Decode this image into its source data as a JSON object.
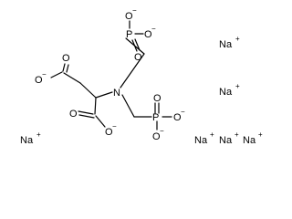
{
  "molecule": {
    "atoms": {
      "o_top_left": "O",
      "o_top_right": "O",
      "o_top_bottom": "O",
      "p_top": "P",
      "o_acid1_minus": "O",
      "o_acid1_double": "O",
      "n_center": "N",
      "o_acid2_double": "O",
      "o_acid2_minus": "O",
      "p_bottom": "P",
      "o_pbot_double": "O",
      "o_pbot_right": "O",
      "o_pbot_bottom": "O"
    },
    "charges": {
      "o_top_left": "−",
      "o_top_right": "−",
      "o_acid1_minus": "−",
      "o_acid2_minus": "−",
      "o_pbot_right": "−",
      "o_pbot_bottom": "−"
    },
    "counterions": [
      {
        "symbol": "Na",
        "charge": "+"
      },
      {
        "symbol": "Na",
        "charge": "+"
      },
      {
        "symbol": "Na",
        "charge": "+"
      },
      {
        "symbol": "Na",
        "charge": "+"
      },
      {
        "symbol": "Na",
        "charge": "+"
      },
      {
        "symbol": "Na",
        "charge": "+"
      }
    ]
  }
}
